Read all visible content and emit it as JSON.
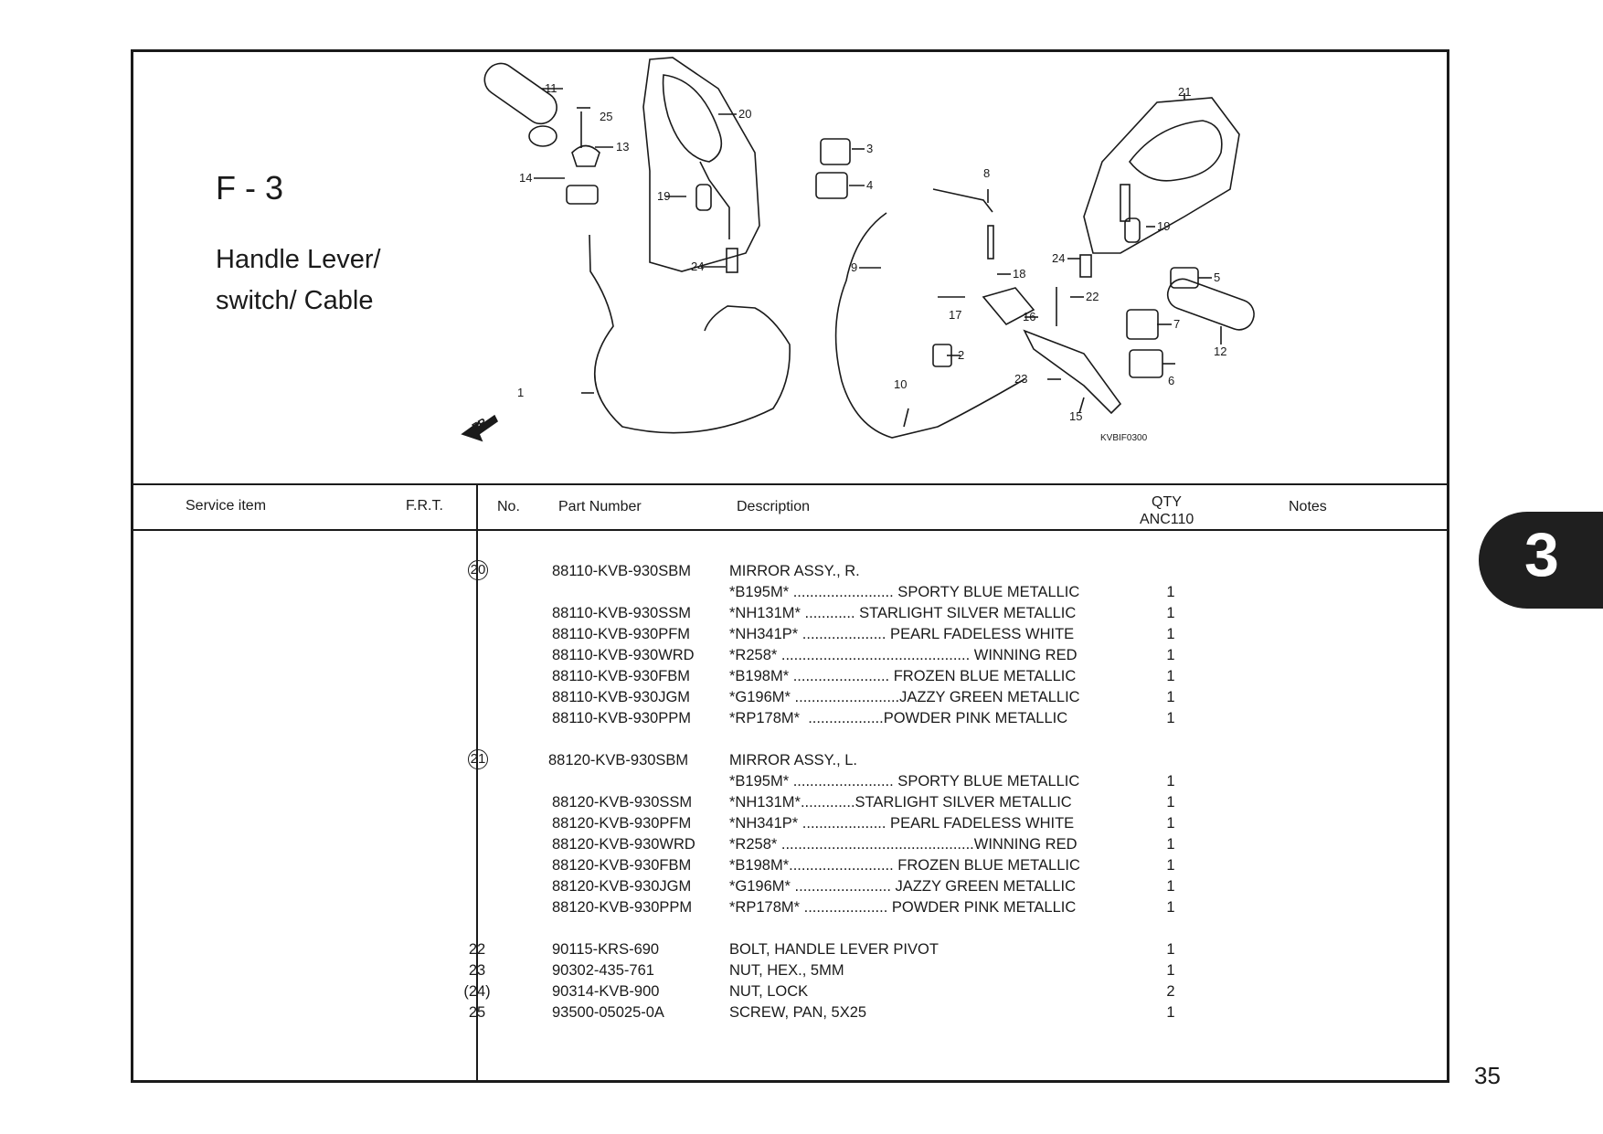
{
  "section": {
    "code": "F - 3",
    "title_line1": "Handle Lever/",
    "title_line2": "switch/ Cable"
  },
  "diagram": {
    "code": "KVBIF0300",
    "fr_label": "FR.",
    "callouts": [
      "1",
      "2",
      "3",
      "4",
      "6",
      "5",
      "7",
      "8",
      "9",
      "10",
      "11",
      "12",
      "13",
      "14",
      "15",
      "16",
      "17",
      "18",
      "19",
      "19",
      "20",
      "21",
      "22",
      "23",
      "24",
      "24",
      "25"
    ]
  },
  "table_header": {
    "service_item": "Service item",
    "frt": "F.R.T.",
    "no": "No.",
    "part_number": "Part Number",
    "description": "Description",
    "qty": "QTY",
    "model": "ANC110",
    "notes": "Notes"
  },
  "rows": [
    {
      "no": "20",
      "pn": "88110-KVB-930SBM",
      "desc": "MIRROR ASSY., R.",
      "qty": ""
    },
    {
      "no": "",
      "pn": "",
      "desc": "*B195M* ........................ SPORTY BLUE METALLIC",
      "qty": "1"
    },
    {
      "no": "",
      "pn": "88110-KVB-930SSM",
      "desc": "*NH131M* ............ STARLIGHT SILVER METALLIC",
      "qty": "1"
    },
    {
      "no": "",
      "pn": "88110-KVB-930PFM",
      "desc": "*NH341P* .................... PEARL FADELESS WHITE",
      "qty": "1"
    },
    {
      "no": "",
      "pn": "88110-KVB-930WRD",
      "desc": "*R258* ............................................. WINNING RED",
      "qty": "1"
    },
    {
      "no": "",
      "pn": "88110-KVB-930FBM",
      "desc": "*B198M* ....................... FROZEN BLUE METALLIC",
      "qty": "1"
    },
    {
      "no": "",
      "pn": "88110-KVB-930JGM",
      "desc": "*G196M* .........................JAZZY GREEN METALLIC",
      "qty": "1"
    },
    {
      "no": "",
      "pn": "88110-KVB-930PPM",
      "desc": "*RP178M*  ..................POWDER PINK METALLIC",
      "qty": "1"
    },
    {
      "no": "21",
      "pn": "88120-KVB-930SBM",
      "desc": "MIRROR ASSY., L.",
      "qty": ""
    },
    {
      "no": "",
      "pn": "",
      "desc": "*B195M* ........................ SPORTY BLUE METALLIC",
      "qty": "1"
    },
    {
      "no": "",
      "pn": "88120-KVB-930SSM",
      "desc": "*NH131M*.............STARLIGHT SILVER METALLIC",
      "qty": "1"
    },
    {
      "no": "",
      "pn": "88120-KVB-930PFM",
      "desc": "*NH341P* .................... PEARL FADELESS WHITE",
      "qty": "1"
    },
    {
      "no": "",
      "pn": "88120-KVB-930WRD",
      "desc": "*R258* ..............................................WINNING RED",
      "qty": "1"
    },
    {
      "no": "",
      "pn": "88120-KVB-930FBM",
      "desc": "*B198M*......................... FROZEN BLUE METALLIC",
      "qty": "1"
    },
    {
      "no": "",
      "pn": "88120-KVB-930JGM",
      "desc": "*G196M* ....................... JAZZY GREEN METALLIC",
      "qty": "1"
    },
    {
      "no": "",
      "pn": "88120-KVB-930PPM",
      "desc": "*RP178M* .................... POWDER PINK METALLIC",
      "qty": "1"
    },
    {
      "no": "22",
      "pn": "90115-KRS-690",
      "desc": "BOLT, HANDLE LEVER PIVOT",
      "qty": "1"
    },
    {
      "no": "23",
      "pn": "90302-435-761",
      "desc": "NUT, HEX., 5MM",
      "qty": "1"
    },
    {
      "no": "(24)",
      "pn": "90314-KVB-900",
      "desc": "NUT, LOCK",
      "qty": "2"
    },
    {
      "no": "25",
      "pn": "93500-05025-0A",
      "desc": "SCREW, PAN, 5X25",
      "qty": "1"
    }
  ],
  "tab": {
    "number": "3"
  },
  "page_number": "35"
}
